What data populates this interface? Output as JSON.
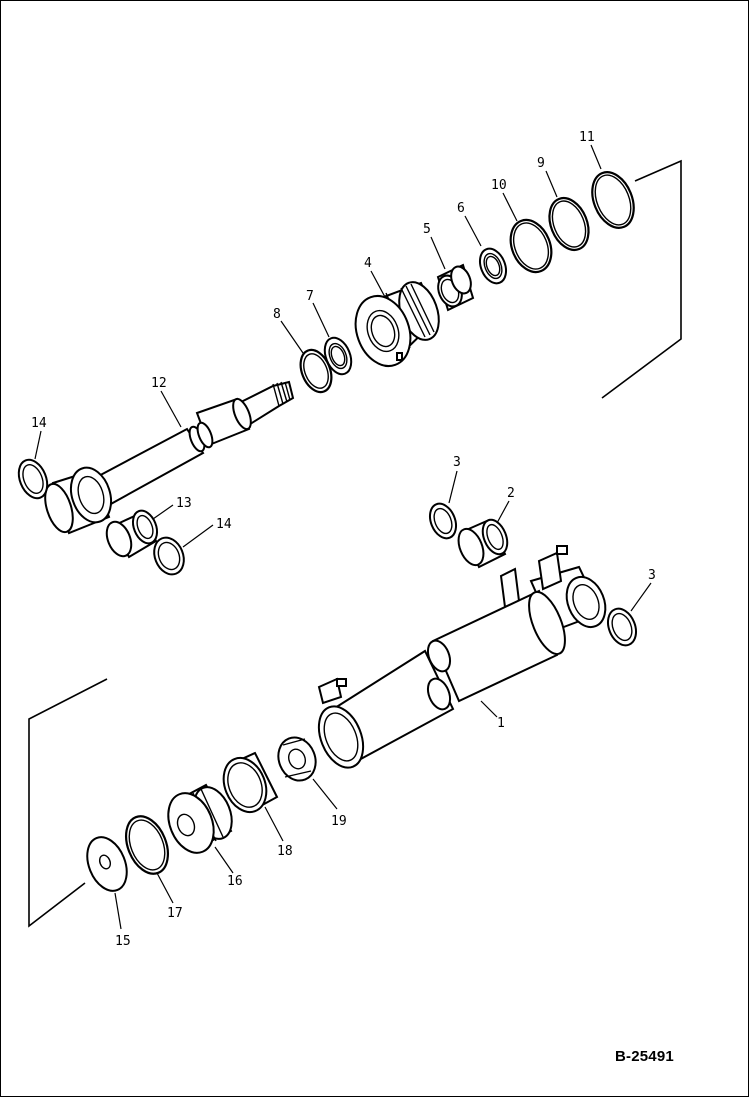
{
  "drawing_code": "B-25491",
  "callouts": {
    "c1": "1",
    "c2": "2",
    "c3a": "3",
    "c3b": "3",
    "c4": "4",
    "c5": "5",
    "c6": "6",
    "c7": "7",
    "c8": "8",
    "c9": "9",
    "c10": "10",
    "c11": "11",
    "c12": "12",
    "c13": "13",
    "c14a": "14",
    "c14b": "14",
    "c15": "15",
    "c16": "16",
    "c17": "17",
    "c18": "18",
    "c19": "19"
  }
}
